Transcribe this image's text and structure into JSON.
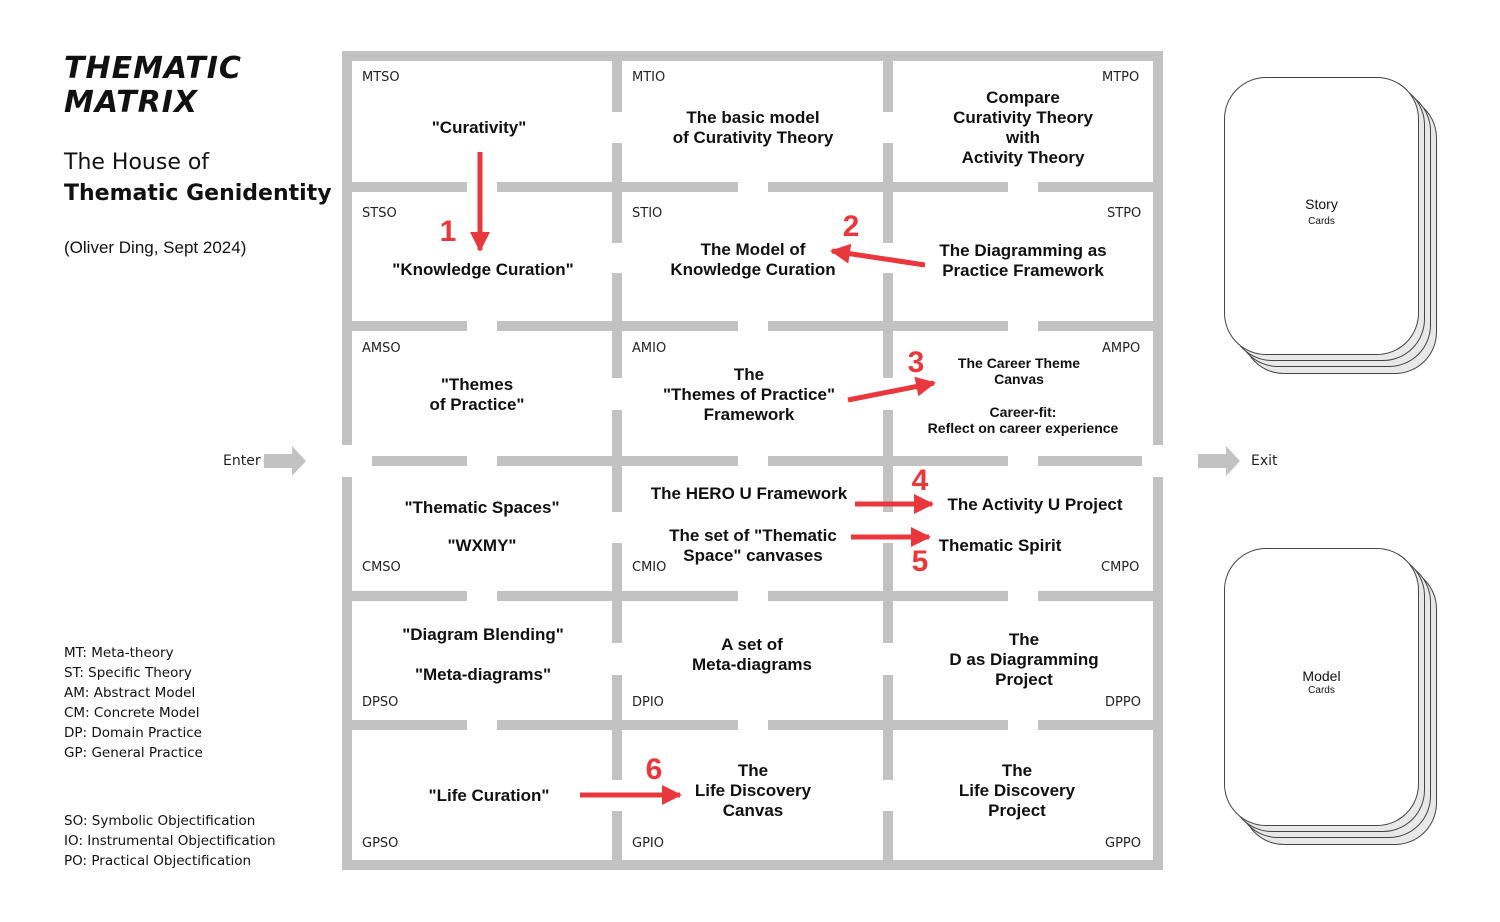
{
  "header": {
    "logo": "THEMATIC MATRIX",
    "subtitle_line1": "The House of",
    "subtitle_line2": "Thematic Genidentity",
    "author": "(Oliver Ding, Sept 2024)"
  },
  "legend_levels": [
    "MT: Meta-theory",
    "ST: Specific Theory",
    "AM: Abstract Model",
    "CM: Concrete Model",
    "DP: Domain Practice",
    "GP: General Practice"
  ],
  "legend_types": [
    "SO: Symbolic Objectification",
    "IO: Instrumental Objectification",
    "PO: Practical Objectification"
  ],
  "entrance": {
    "enter": "Enter",
    "exit": "Exit"
  },
  "cards": [
    {
      "title": "Story",
      "subtitle": "Cards"
    },
    {
      "title": "Model",
      "subtitle": "Cards"
    }
  ],
  "cells": {
    "MTSO": {
      "code": "MTSO",
      "text": "\"Curativity\""
    },
    "MTIO": {
      "code": "MTIO",
      "text": "The basic model\nof Curativity Theory"
    },
    "MTPO": {
      "code": "MTPO",
      "text": "Compare\nCurativity Theory\nwith\nActivity Theory"
    },
    "STSO": {
      "code": "STSO",
      "text": "\"Knowledge Curation\""
    },
    "STIO": {
      "code": "STIO",
      "text": "The Model of\nKnowledge Curation"
    },
    "STPO": {
      "code": "STPO",
      "text": "The Diagramming as\nPractice Framework"
    },
    "AMSO": {
      "code": "AMSO",
      "text": "\"Themes\nof Practice\""
    },
    "AMIO": {
      "code": "AMIO",
      "text": "The\n\"Themes of Practice\"\nFramework"
    },
    "AMPO": {
      "code": "AMPO",
      "text": "The Career Theme\nCanvas",
      "text2": "Career-fit:\nReflect on career experience"
    },
    "CMSO": {
      "code": "CMSO",
      "text": "\"Thematic Spaces\"",
      "text2": "\"WXMY\""
    },
    "CMIO": {
      "code": "CMIO",
      "text": "The HERO U Framework",
      "text2": "The set of \"Thematic\nSpace\" canvases"
    },
    "CMPO": {
      "code": "CMPO",
      "text": "The Activity U Project",
      "text2": "Thematic Spirit"
    },
    "DPSO": {
      "code": "DPSO",
      "text": "\"Diagram Blending\"",
      "text2": "\"Meta-diagrams\""
    },
    "DPIO": {
      "code": "DPIO",
      "text": "A set of\nMeta-diagrams"
    },
    "DPPO": {
      "code": "DPPO",
      "text": "The\nD as Diagramming\nProject"
    },
    "GPSO": {
      "code": "GPSO",
      "text": "\"Life Curation\""
    },
    "GPIO": {
      "code": "GPIO",
      "text": "The\nLife Discovery\nCanvas"
    },
    "GPPO": {
      "code": "GPPO",
      "text": "The\nLife Discovery\nProject"
    }
  },
  "steps": [
    "1",
    "2",
    "3",
    "4",
    "5",
    "6"
  ],
  "colors": {
    "wall": "#c2c2c2",
    "arrow": "#e8383d"
  }
}
